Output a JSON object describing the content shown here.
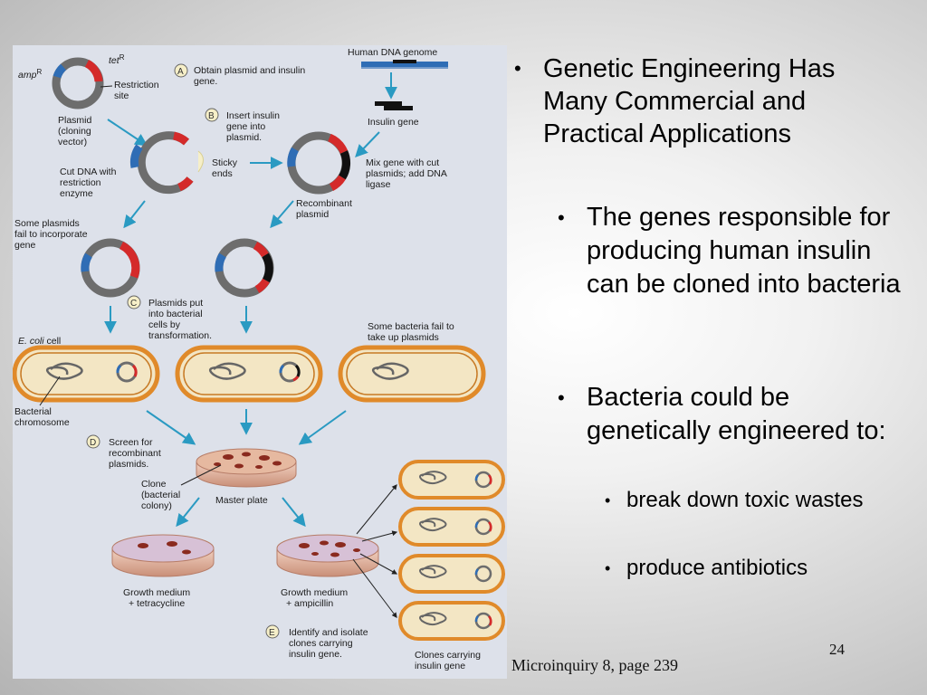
{
  "slide": {
    "bullets": [
      {
        "level": 1,
        "text": "Genetic Engineering Has Many Commercial and Practical Applications"
      },
      {
        "level": 2,
        "text": "The genes responsible for producing human insulin can be cloned into bacteria"
      },
      {
        "level": 2,
        "text": "Bacteria could be genetically engineered to:"
      },
      {
        "level": 3,
        "text": "break down toxic wastes"
      },
      {
        "level": 3,
        "text": "produce antibiotics"
      }
    ],
    "caption": "Microinquiry 8, page 239",
    "page_number": "24"
  },
  "figure": {
    "amp_label": "amp",
    "amp_sup": "R",
    "tet_label": "tet",
    "tet_sup": "R",
    "restriction_site": [
      "Restriction",
      "site"
    ],
    "plasmid_label": [
      "Plasmid",
      "(cloning",
      "vector)"
    ],
    "human_genome": "Human DNA genome",
    "insulin_gene": "Insulin gene",
    "step_a": {
      "letter": "A",
      "lines": [
        "Obtain plasmid and insulin",
        "gene."
      ]
    },
    "step_b": {
      "letter": "B",
      "lines": [
        "Insert insulin",
        "gene into",
        "plasmid."
      ]
    },
    "cut_dna": [
      "Cut DNA with",
      "restriction",
      "enzyme"
    ],
    "sticky_ends": [
      "Sticky",
      "ends"
    ],
    "mix_gene": [
      "Mix gene with cut",
      "plasmids; add DNA",
      "ligase"
    ],
    "recombinant_plasmid": [
      "Recombinant",
      "plasmid"
    ],
    "some_plasmids_fail": [
      "Some plasmids",
      "fail to incorporate",
      "gene"
    ],
    "step_c": {
      "letter": "C",
      "lines": [
        "Plasmids put",
        "into bacterial",
        "cells by",
        "transformation."
      ]
    },
    "ecoli_italic": "E. coli",
    "ecoli_rest": " cell",
    "some_bacteria_fail": [
      "Some bacteria fail to",
      "take up plasmids"
    ],
    "bacterial_chromosome": [
      "Bacterial",
      "chromosome"
    ],
    "step_d": {
      "letter": "D",
      "lines": [
        "Screen for",
        "recombinant",
        "plasmids."
      ]
    },
    "clone_label": [
      "Clone",
      "(bacterial",
      "colony)"
    ],
    "master_plate": "Master plate",
    "medium_tetracycline": [
      "Growth medium",
      "+ tetracycline"
    ],
    "medium_ampicillin": [
      "Growth medium",
      "+ ampicillin"
    ],
    "step_e": {
      "letter": "E",
      "lines": [
        "Identify and isolate",
        "clones carrying",
        "insulin gene."
      ]
    },
    "clones_carrying": [
      "Clones carrying",
      "insulin gene"
    ],
    "colors": {
      "plasmid_gray": "#6d6d6d",
      "amp_blue": "#2f6db5",
      "tet_red": "#d42a2a",
      "insulin_black": "#111111",
      "arrow_teal": "#2a9ac2",
      "cell_orange": "#e08a2a",
      "cell_fill": "#f3e6c4",
      "agar": "#e6b9a0",
      "colony": "#8a2a1e"
    }
  }
}
